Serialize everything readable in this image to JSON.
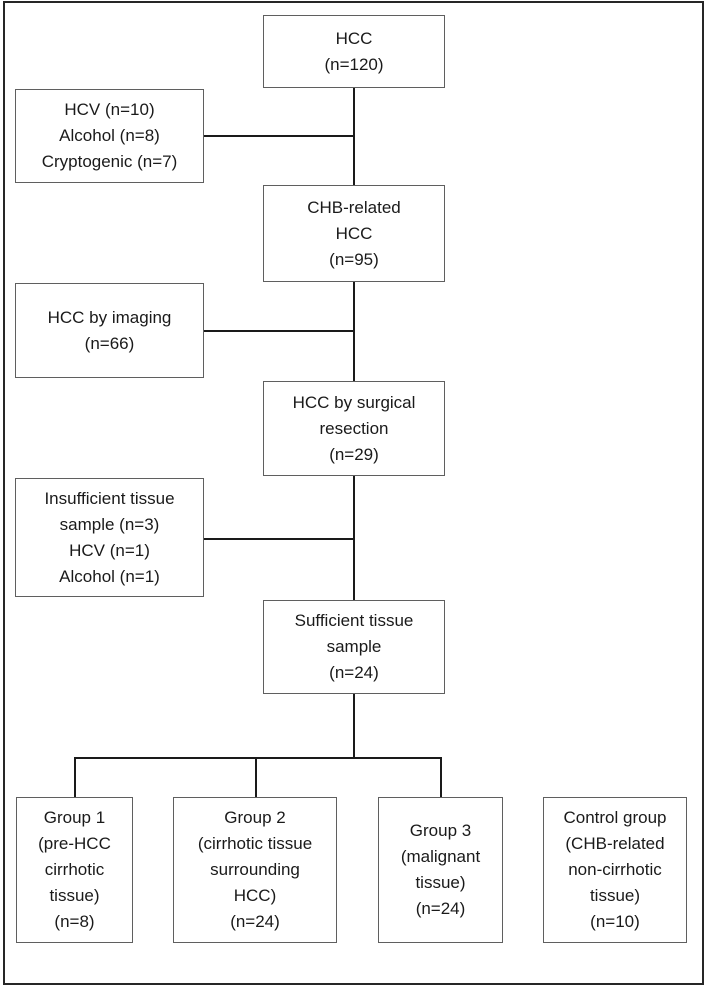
{
  "flowchart": {
    "main_boxes": [
      {
        "label": "HCC\n(n=120)"
      },
      {
        "label": "CHB-related\nHCC\n(n=95)"
      },
      {
        "label": "HCC by surgical\nresection\n(n=29)"
      },
      {
        "label": "Sufficient tissue\nsample\n(n=24)"
      }
    ],
    "exclusion_boxes": [
      {
        "label": "HCV (n=10)\nAlcohol (n=8)\nCryptogenic (n=7)"
      },
      {
        "label": "HCC by imaging\n(n=66)"
      },
      {
        "label": "Insufficient tissue\nsample (n=3)\nHCV (n=1)\nAlcohol (n=1)"
      }
    ],
    "group_boxes": [
      {
        "label": "Group 1\n(pre-HCC\ncirrhotic\ntissue)\n(n=8)"
      },
      {
        "label": "Group 2\n(cirrhotic tissue\nsurrounding\nHCC)\n(n=24)"
      },
      {
        "label": "Group 3\n(malignant\ntissue)\n(n=24)"
      },
      {
        "label": "Control group\n(CHB-related\nnon-cirrhotic\ntissue)\n(n=10)"
      }
    ],
    "colors": {
      "background": "#ffffff",
      "box_border": "#5f5f5f",
      "connector": "#1a1a1a",
      "text": "#1a1a1a"
    }
  }
}
